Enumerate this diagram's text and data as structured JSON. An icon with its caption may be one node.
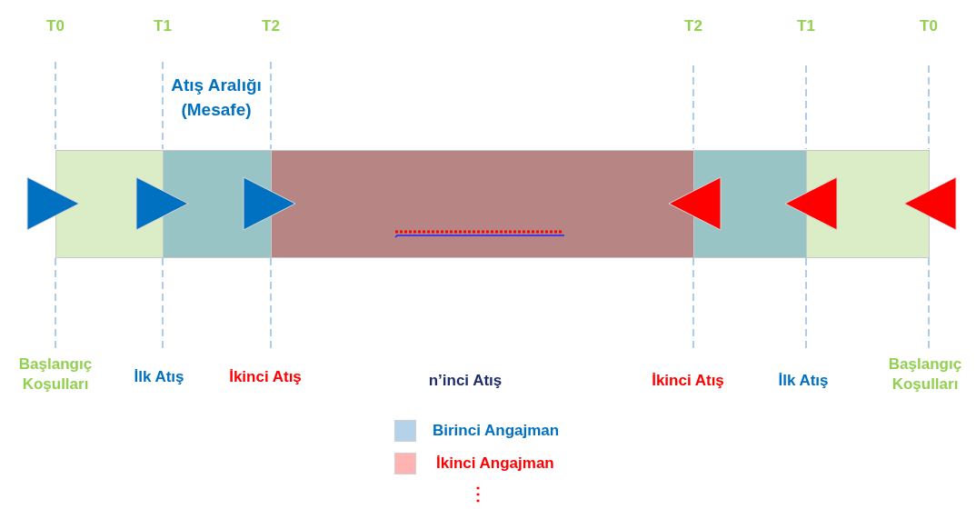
{
  "diagram": {
    "labels": [
      "T0",
      "T1",
      "T2",
      "T2",
      "T1",
      "T0",
      "Atış Aralığı (Mesafe)",
      "Başlangıç Koşulları",
      "İlk Atış",
      "İkinci Atış",
      "n’inci Atış",
      "İkinci Atış",
      "İlk Atış",
      "Başlangıç Koşulları",
      "⋮"
    ],
    "legend": [
      {
        "text": "Birinci Angajman",
        "color": "#b4d3ea"
      },
      {
        "text": "İkinci Angajman",
        "color": "#ffb3b3"
      }
    ]
  }
}
